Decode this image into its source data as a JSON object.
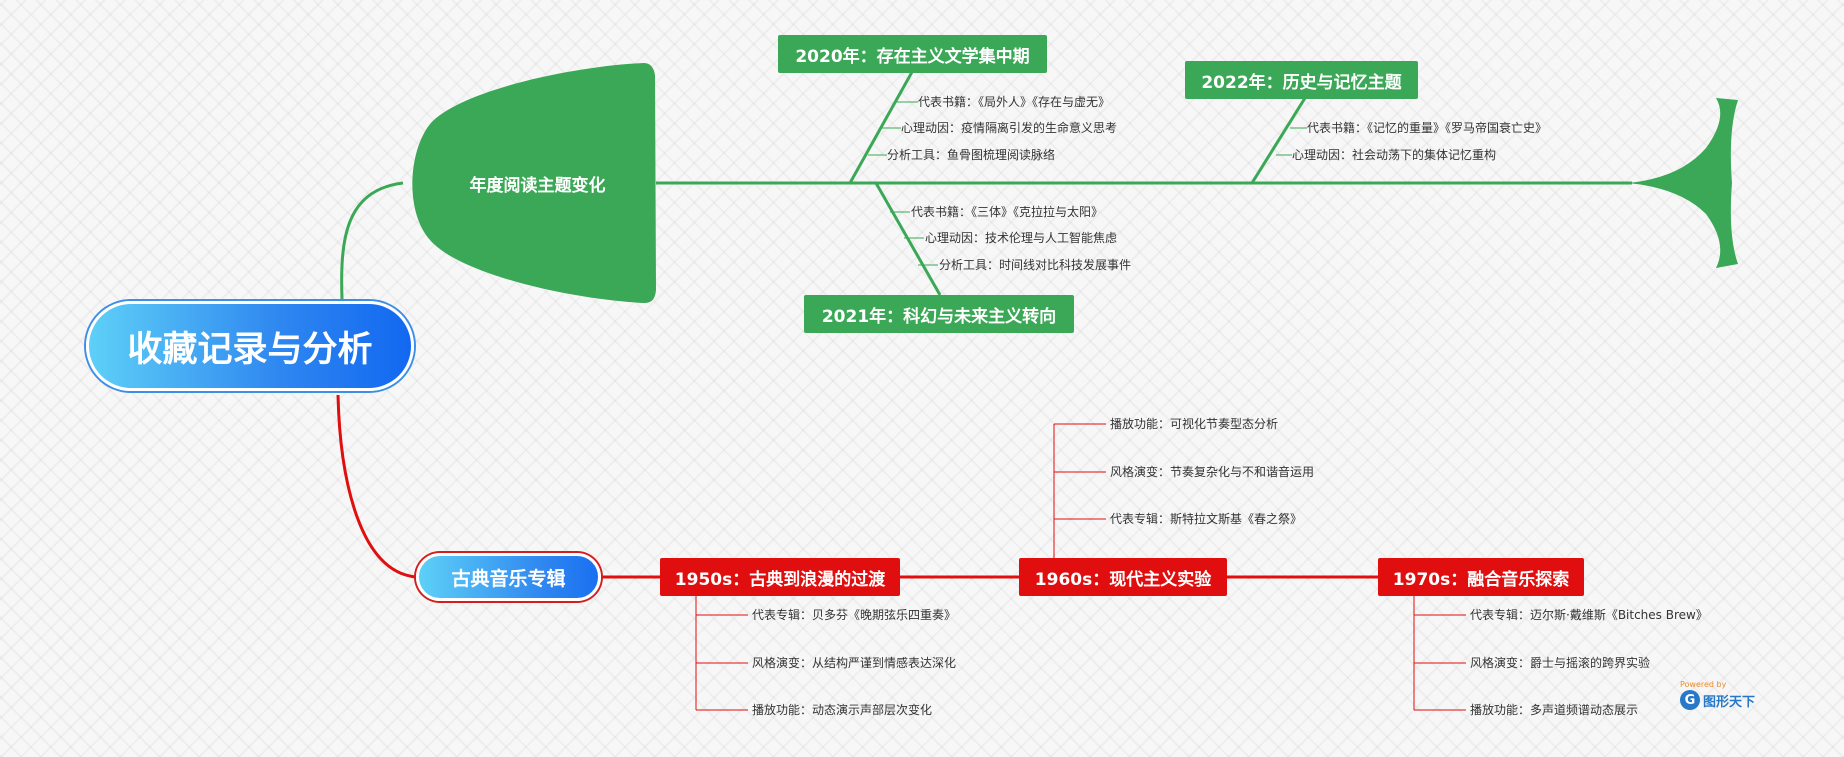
{
  "root": {
    "title": "收藏记录与分析"
  },
  "reading": {
    "title": "年度阅读主题变化",
    "color": "#3aa856",
    "y2020": {
      "label": "2020年：存在主义文学集中期",
      "leaves": [
        "代表书籍：《局外人》《存在与虚无》",
        "心理动因：疫情隔离引发的生命意义思考",
        "分析工具：鱼骨图梳理阅读脉络"
      ]
    },
    "y2021": {
      "label": "2021年：科幻与未来主义转向",
      "leaves": [
        "代表书籍：《三体》《克拉拉与太阳》",
        "心理动因：技术伦理与人工智能焦虑",
        "分析工具：时间线对比科技发展事件"
      ]
    },
    "y2022": {
      "label": "2022年：历史与记忆主题",
      "leaves": [
        "代表书籍：《记忆的重量》《罗马帝国衰亡史》",
        "心理动因：社会动荡下的集体记忆重构"
      ]
    }
  },
  "music": {
    "title": "古典音乐专辑",
    "color": "#e00e0e",
    "s1950": {
      "label": "1950s：古典到浪漫的过渡",
      "leaves": [
        "代表专辑：贝多芬《晚期弦乐四重奏》",
        "风格演变：从结构严谨到情感表达深化",
        "播放功能：动态演示声部层次变化"
      ]
    },
    "s1960": {
      "label": "1960s：现代主义实验",
      "leaves": [
        "播放功能：可视化节奏型态分析",
        "风格演变：节奏复杂化与不和谐音运用",
        "代表专辑：斯特拉文斯基《春之祭》"
      ]
    },
    "s1970": {
      "label": "1970s：融合音乐探索",
      "leaves": [
        "代表专辑：迈尔斯·戴维斯《Bitches Brew》",
        "风格演变：爵士与摇滚的跨界实验",
        "播放功能：多声道频谱动态展示"
      ]
    }
  },
  "watermark": {
    "powered": "Powered by",
    "logo": "G",
    "brand": "图形天下"
  }
}
